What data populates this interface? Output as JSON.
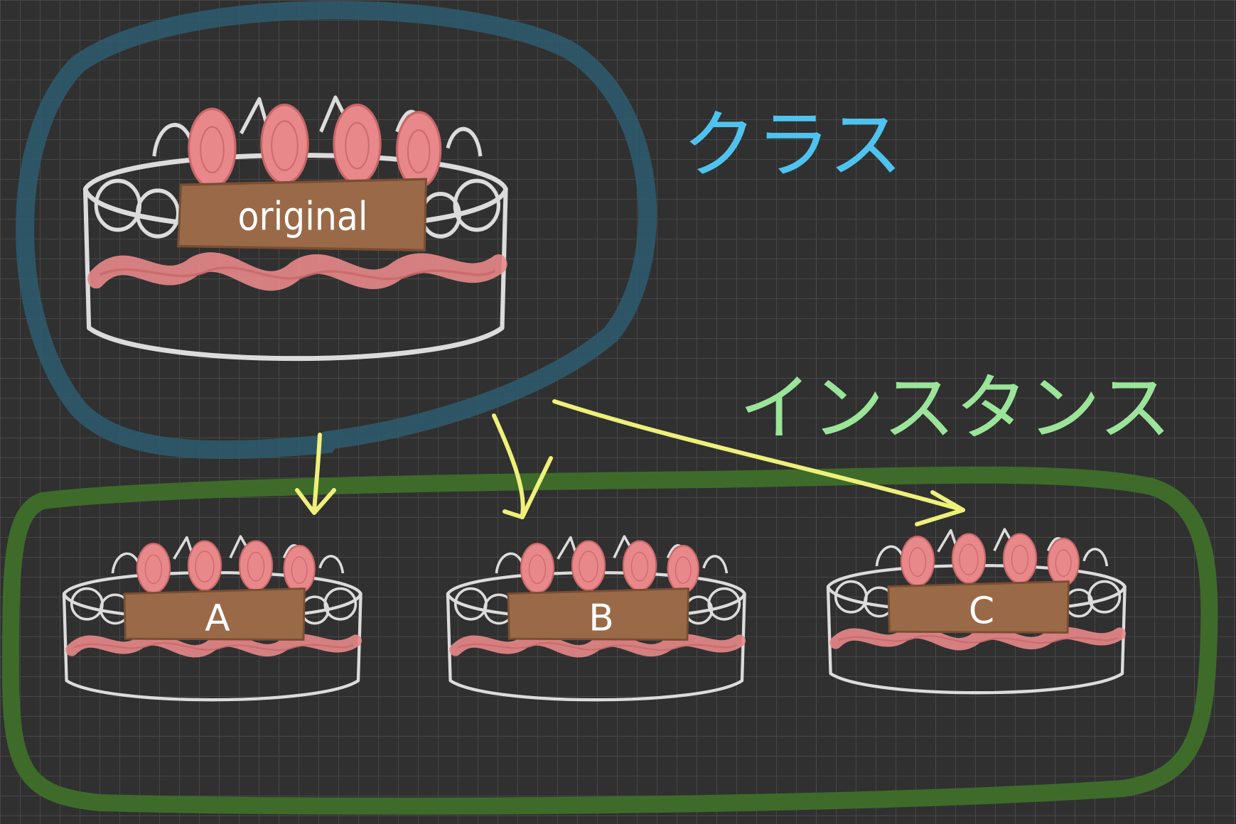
{
  "labels": {
    "class_label": "クラス",
    "instance_label": "インスタンス"
  },
  "cakes": {
    "original": {
      "plate_text": "original"
    },
    "a": {
      "plate_text": "A"
    },
    "b": {
      "plate_text": "B"
    },
    "c": {
      "plate_text": "C"
    }
  },
  "colors": {
    "background": "#303030",
    "grid": "#474747",
    "class_outline": "#2f5a6b",
    "instance_outline": "#3e6b2a",
    "class_text": "#4fc3f0",
    "instance_text": "#9be59a",
    "arrow": "#eef07a",
    "cake_outline": "#dcdcdc",
    "strawberry": "#e8888a",
    "chocolate_plate": "#9a6a48"
  }
}
